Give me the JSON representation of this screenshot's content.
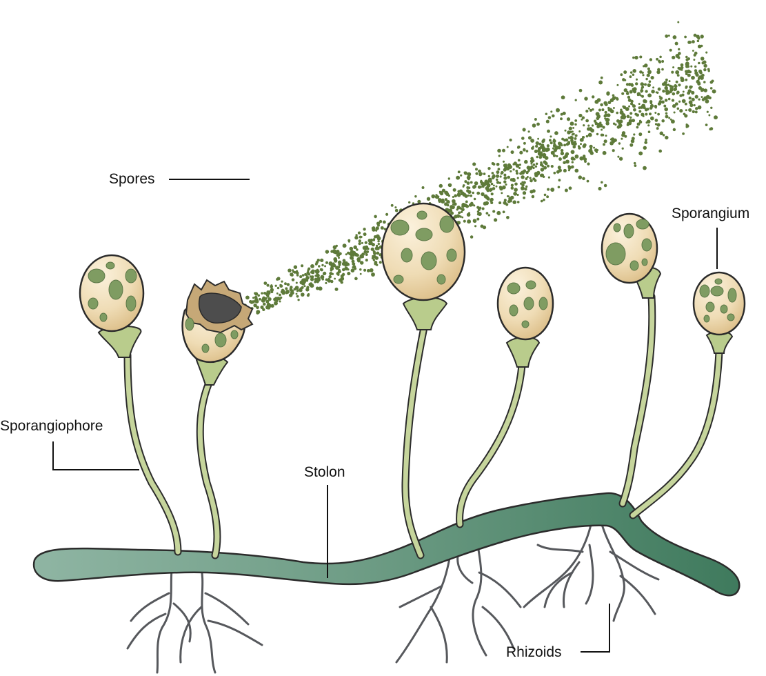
{
  "labels": {
    "spores": "Spores",
    "sporangium": "Sporangium",
    "sporangiophore": "Sporangiophore",
    "stolon": "Stolon",
    "rhizoids": "Rhizoids"
  },
  "colors": {
    "spore": "#5e7a3a",
    "stolon_dark": "#3f7a5d",
    "stolon_light": "#8fb5a3",
    "stalk": "#c6d59c",
    "stalk_outline": "#4a6a42",
    "collar": "#b9cc8c",
    "sporangium_light": "#f6e7c8",
    "sporangium_dark": "#e6cc9e",
    "spot": "#7f9c62",
    "rhizoid": "#56585c",
    "outline": "#2b2b2b"
  }
}
